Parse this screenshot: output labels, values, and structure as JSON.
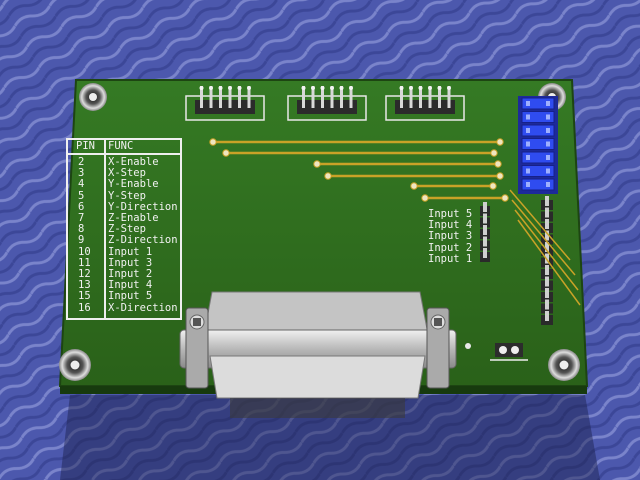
{
  "pin_table": {
    "header_pin": "PIN",
    "header_func": "FUNC",
    "rows": [
      {
        "pin": "2",
        "func": "X-Enable"
      },
      {
        "pin": "3",
        "func": "X-Step"
      },
      {
        "pin": "4",
        "func": "Y-Enable"
      },
      {
        "pin": "5",
        "func": "Y-Step"
      },
      {
        "pin": "6",
        "func": "Y-Direction"
      },
      {
        "pin": "7",
        "func": "Z-Enable"
      },
      {
        "pin": "8",
        "func": "Z-Step"
      },
      {
        "pin": "9",
        "func": "Z-Direction"
      },
      {
        "pin": "10",
        "func": "Input 1"
      },
      {
        "pin": "11",
        "func": "Input 3"
      },
      {
        "pin": "12",
        "func": "Input 2"
      },
      {
        "pin": "13",
        "func": "Input 4"
      },
      {
        "pin": "15",
        "func": "Input 5"
      },
      {
        "pin": "16",
        "func": "X-Direction"
      }
    ]
  },
  "input_labels": [
    "Input 5",
    "Input 4",
    "Input 3",
    "Input 2",
    "Input 1"
  ],
  "colors": {
    "background": "#4a56a8",
    "board": "#2f6b1f",
    "board_edge": "#1d4512",
    "silkscreen": "#f2f2f2",
    "trace": "#c9a227",
    "connector_metal": "#c8c8c8",
    "jumper_blue": "#2a3fd8"
  }
}
